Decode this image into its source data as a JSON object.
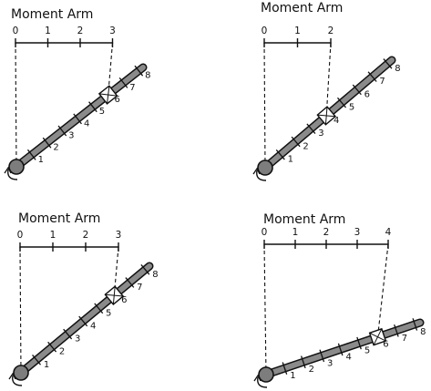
{
  "panels": [
    {
      "title": "Moment Arm",
      "scale_labels": [
        "0",
        "1",
        "2",
        "3"
      ],
      "rod_labels": [
        "1",
        "2",
        "3",
        "4",
        "5",
        "6",
        "7",
        "8"
      ],
      "weight_position": 6
    },
    {
      "title": "Moment Arm",
      "scale_labels": [
        "0",
        "1",
        "2"
      ],
      "rod_labels": [
        "1",
        "2",
        "3",
        "4",
        "5",
        "6",
        "7",
        "8"
      ],
      "weight_position": 4
    },
    {
      "title": "Moment Arm",
      "scale_labels": [
        "0",
        "1",
        "2",
        "3"
      ],
      "rod_labels": [
        "1",
        "2",
        "3",
        "4",
        "5",
        "6",
        "7",
        "8"
      ],
      "weight_position": 6
    },
    {
      "title": "Moment Arm",
      "scale_labels": [
        "0",
        "1",
        "2",
        "3",
        "4"
      ],
      "rod_labels": [
        "1",
        "2",
        "3",
        "4",
        "5",
        "6",
        "7",
        "8"
      ],
      "weight_position": 6
    }
  ],
  "colors": {
    "ink": "#111111",
    "rod_fill": "#8a8a8a",
    "pivot_fill": "#7d7d7d"
  }
}
